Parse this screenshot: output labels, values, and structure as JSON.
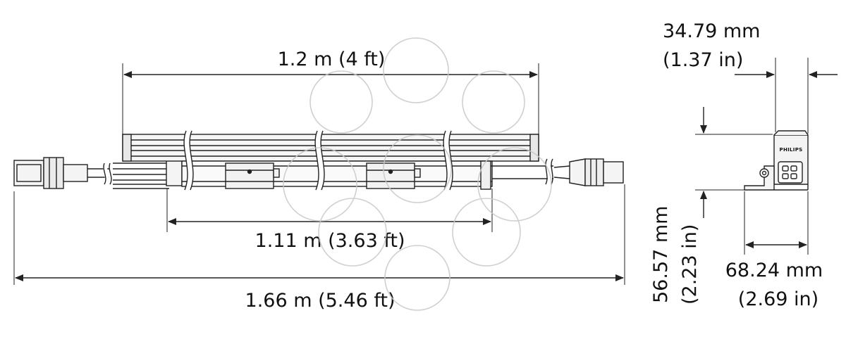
{
  "front_view": {
    "tube_length": "1.2 m (4 ft)",
    "mount_spacing": "1.11 m (3.63 ft)",
    "overall_length": "1.66 m (5.46 ft)"
  },
  "end_view": {
    "depth_mm": "34.79 mm",
    "depth_in": "(1.37 in)",
    "height_mm": "56.57 mm",
    "height_in": "(2.23 in)",
    "width_mm": "68.24 mm",
    "width_in": "(2.69 in)",
    "logo": "PHILIPS"
  },
  "colors": {
    "line": "#222222",
    "fill_light": "#efefef",
    "watermark": "#c8c8c8"
  }
}
